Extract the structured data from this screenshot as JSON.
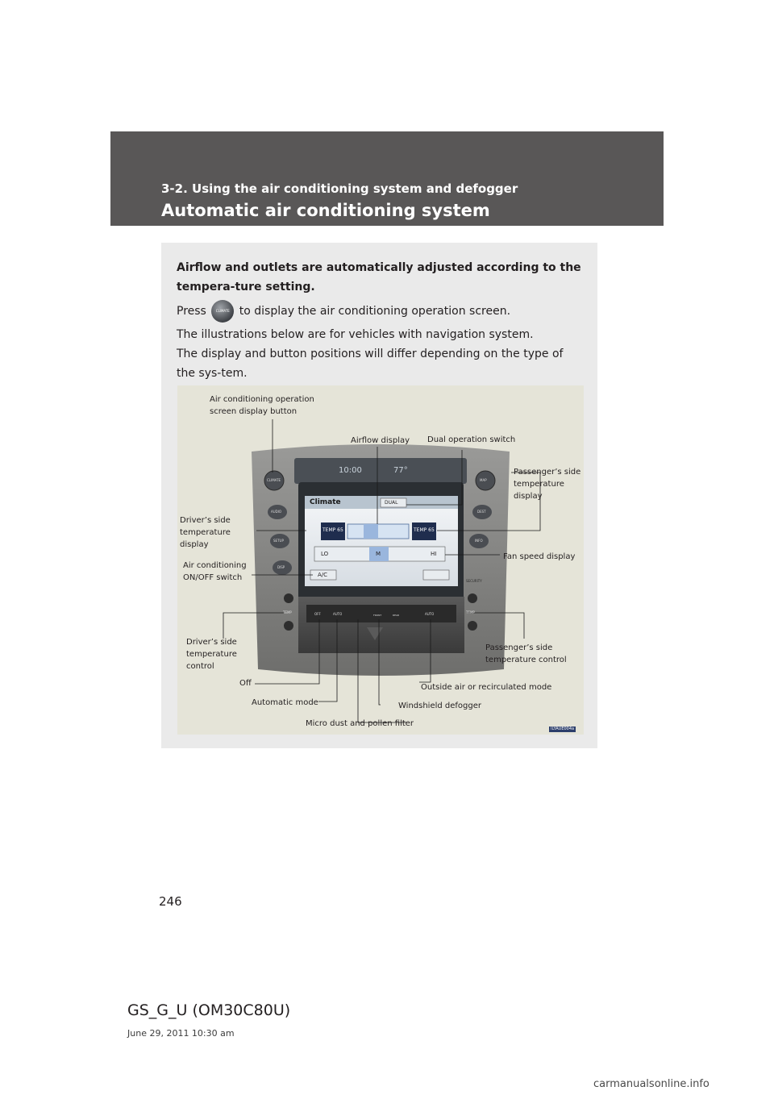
{
  "header": {
    "section": "3-2. Using the air conditioning system and defogger",
    "title": "Automatic air conditioning system"
  },
  "intro": {
    "lead": "Airflow and outlets are automatically adjusted according to the tempera-ture setting.",
    "press_before": "Press",
    "climate_icon": "climate-button-icon",
    "climate_icon_text": "CLIMATE",
    "press_after": "to display the air conditioning operation screen.",
    "note1": "The illustrations below are for vehicles with navigation system.",
    "note2": "The display and button positions will differ depending on the type of the sys-tem."
  },
  "figure": {
    "callouts": {
      "ac_screen_button": "Air conditioning operation screen display button",
      "airflow_display": "Airflow display",
      "dual_switch": "Dual operation switch",
      "passenger_temp_display": "Passenger’s side temperature display",
      "driver_temp_display": "Driver’s side temperature display",
      "fan_speed_display": "Fan speed display",
      "ac_onoff": "Air conditioning ON/OFF switch",
      "driver_temp_control": "Driver’s side temperature control",
      "passenger_temp_control": "Passenger’s side temperature control",
      "off": "Off",
      "outside_air": "Outside air or recirculated mode",
      "automatic_mode": "Automatic mode",
      "windshield_defogger": "Windshield defogger",
      "micro_dust": "Micro dust and pollen filter"
    },
    "screen": {
      "title": "Climate",
      "dual": "DUAL",
      "temp_left": "TEMP 65",
      "temp_right": "TEMP 65",
      "fan_lo": "LO",
      "fan_m": "M",
      "fan_hi": "HI",
      "ac": "A/C",
      "clock": "10:00",
      "outside_temp": "77°"
    },
    "panel_buttons": {
      "climate": "CLIMATE",
      "audio": "AUDIO",
      "setup": "SETUP",
      "disp": "DISP",
      "map": "MAP",
      "dest": "DEST",
      "info": "INFO",
      "security": "SECURITY",
      "temp_left": "TEMP",
      "temp_right": "TEMP",
      "off": "OFF",
      "auto_left": "AUTO",
      "front": "FRONT",
      "rear": "REAR",
      "auto_right": "AUTO"
    },
    "image_code": "ILYAUE004a"
  },
  "footer": {
    "page": "246",
    "doc_code": "GS_G_U (OM30C80U)",
    "date": "June 29, 2011 10:30 am",
    "watermark": "carmanualsonline.info"
  }
}
